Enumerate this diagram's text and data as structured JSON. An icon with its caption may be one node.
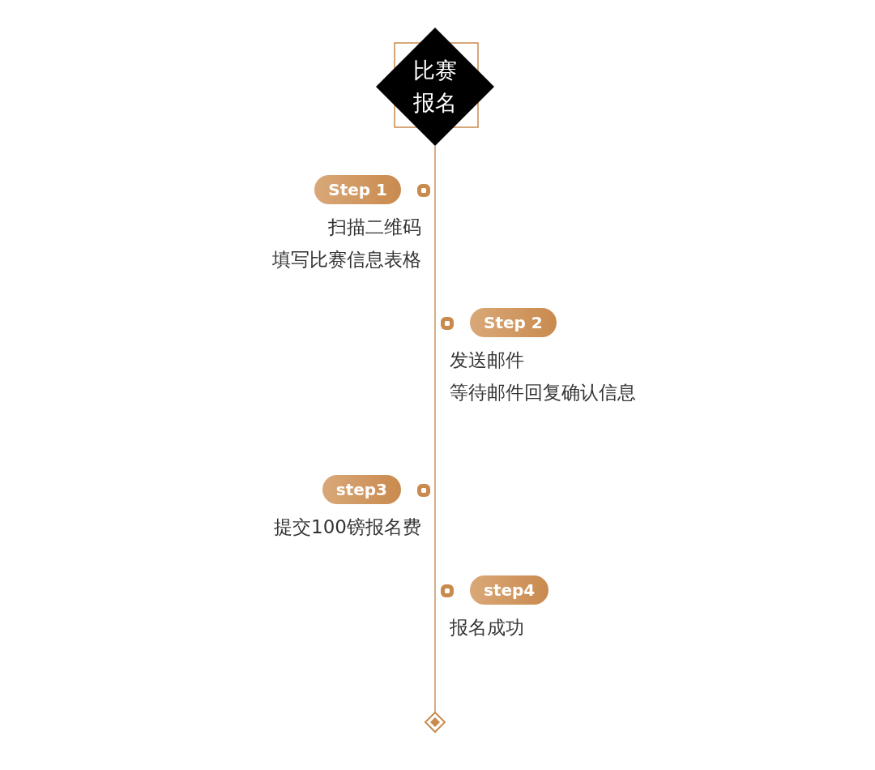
{
  "diagram": {
    "nodes": [
      {
        "text": [
          "比赛报名"
        ]
      },
      {
        "text": [
          "Step 1",
          "扫描二维码",
          "填写比赛信息表格"
        ]
      },
      {
        "text": [
          "Step 2",
          "发送邮件",
          "等待邮件回复确认信息"
        ]
      },
      {
        "text": [
          "step3",
          "提交100镑报名费"
        ]
      },
      {
        "text": [
          "step4",
          "报名成功"
        ]
      },
      {
        "text": [],
        "shape": "diamond"
      }
    ],
    "edges": [
      {
        "from": 0,
        "to": 5,
        "arrow": "none"
      }
    ]
  }
}
